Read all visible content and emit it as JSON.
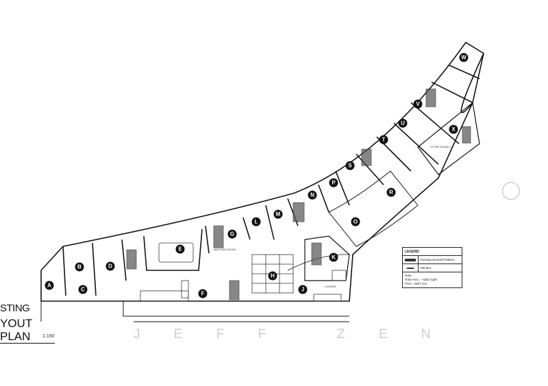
{
  "title": {
    "line1": "STING",
    "line2": "YOUT PLAN",
    "scale": "1:150"
  },
  "legend": {
    "heading": "LEGEND",
    "items": [
      {
        "label": "Existing Drywall Partition"
      },
      {
        "label": "DB Box"
      }
    ],
    "note_heading": "Note :",
    "note_lines": [
      "Total Area : ~4302 SqFt",
      "PGH : 2597 mm"
    ]
  },
  "watermark": "J E F F   Z E N",
  "room_labels": [
    "A",
    "B",
    "C",
    "D",
    "E",
    "F",
    "G",
    "H",
    "J",
    "K",
    "L",
    "M",
    "N",
    "O",
    "P",
    "R",
    "S",
    "T",
    "U",
    "V",
    "W",
    "X"
  ],
  "room_names": {
    "meeting": "MEETING ROOM",
    "store": "STORE ROOM 2",
    "lounge": "LOUNGE"
  }
}
